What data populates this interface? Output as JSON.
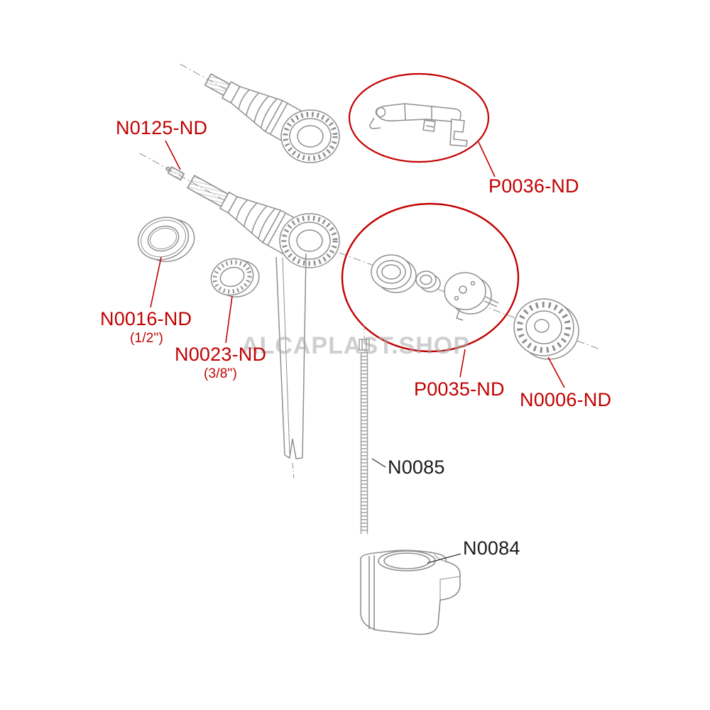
{
  "watermark": "ALCAPLAST.SHOP",
  "parts": {
    "n0125": {
      "label": "N0125-ND"
    },
    "p0036": {
      "label": "P0036-ND"
    },
    "n0016": {
      "label": "N0016-ND",
      "size": "(1/2\")"
    },
    "n0023": {
      "label": "N0023-ND",
      "size": "(3/8\")"
    },
    "p0035": {
      "label": "P0035-ND"
    },
    "n0006": {
      "label": "N0006-ND"
    },
    "n0085": {
      "label": "N0085"
    },
    "n0084": {
      "label": "N0084"
    }
  },
  "colors": {
    "highlight_red": "#c20000",
    "text_dark": "#1a1a1a",
    "line_art_gray": "#8f8f8f",
    "watermark_gray": "#a8a8a8"
  }
}
